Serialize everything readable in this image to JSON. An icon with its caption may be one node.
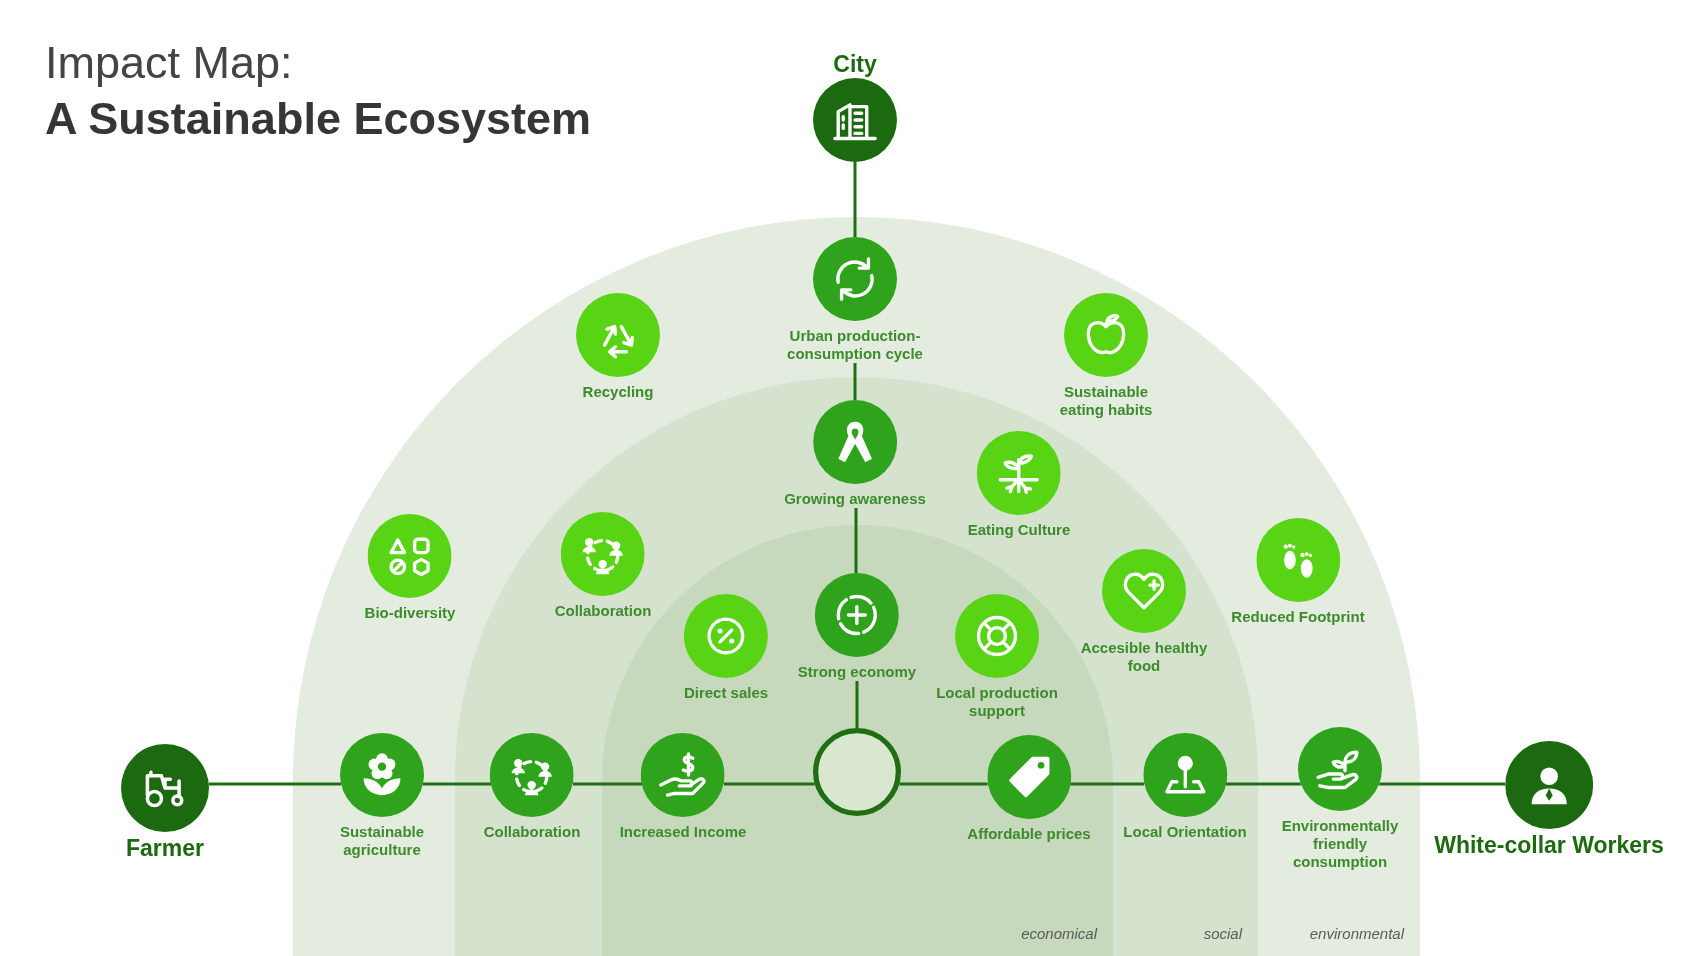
{
  "diagram": {
    "title": "Impact Map: **A Sustainable Ecosystem**",
    "nodes": [
      {
        "text": [
          "City"
        ]
      },
      {
        "text": [
          "environmental"
        ]
      },
      {
        "text": [
          "social"
        ],
        "in": 1
      },
      {
        "text": [
          "economical"
        ],
        "in": 2
      },
      {
        "text": [
          "Urban production-consumption cycle"
        ],
        "in": 1
      },
      {
        "text": [
          "Recycling"
        ],
        "in": 1
      },
      {
        "text": [
          "Sustainable eating habits"
        ],
        "in": 1
      },
      {
        "text": [
          "Growing awareness"
        ],
        "in": 2
      },
      {
        "text": [
          "Eating Culture"
        ],
        "in": 2
      },
      {
        "text": [
          "Bio-diversity"
        ],
        "in": 1
      },
      {
        "text": [
          "Collaboration"
        ],
        "in": 2
      },
      {
        "text": [
          "Reduced Footprint"
        ],
        "in": 1
      },
      {
        "text": [
          "Accesible healthy food"
        ],
        "in": 2
      },
      {
        "text": [
          "Strong economy"
        ],
        "in": 3
      },
      {
        "text": [
          "Direct sales"
        ],
        "in": 3
      },
      {
        "text": [
          "Local production support"
        ],
        "in": 3
      },
      {
        "text": [
          "Farmer"
        ]
      },
      {
        "text": [
          "Sustainable agriculture"
        ],
        "in": 1
      },
      {
        "text": [
          "Collaboration"
        ],
        "in": 2
      },
      {
        "text": [
          "Increased Income"
        ],
        "in": 3
      },
      {
        "text": [],
        "shape": "circle",
        "in": 3
      },
      {
        "text": [
          "Affordable prices"
        ],
        "in": 3
      },
      {
        "text": [
          "Local Orientation"
        ],
        "in": 2
      },
      {
        "text": [
          "Environmentally friendly consumption"
        ],
        "in": 1
      },
      {
        "text": [
          "White-collar Workers"
        ]
      }
    ],
    "edges": [
      {
        "from": 0,
        "to": 4,
        "arrow": "none"
      },
      {
        "from": 4,
        "to": 7,
        "arrow": "none"
      },
      {
        "from": 7,
        "to": 13,
        "arrow": "none"
      },
      {
        "from": 13,
        "to": 20,
        "arrow": "none"
      },
      {
        "from": 16,
        "to": 17,
        "arrow": "none"
      },
      {
        "from": 17,
        "to": 18,
        "arrow": "none"
      },
      {
        "from": 18,
        "to": 19,
        "arrow": "none"
      },
      {
        "from": 19,
        "to": 20,
        "arrow": "none"
      },
      {
        "from": 20,
        "to": 21,
        "arrow": "none"
      },
      {
        "from": 21,
        "to": 22,
        "arrow": "none"
      },
      {
        "from": 22,
        "to": 23,
        "arrow": "none"
      },
      {
        "from": 23,
        "to": 24,
        "arrow": "none"
      }
    ]
  }
}
